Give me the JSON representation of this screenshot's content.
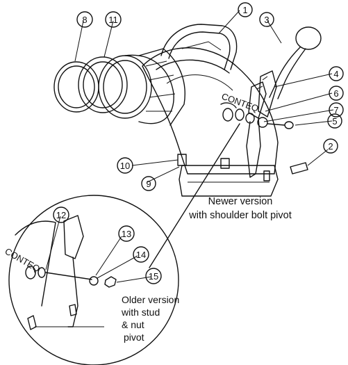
{
  "callouts": [
    {
      "id": "c1",
      "num": "1"
    },
    {
      "id": "c2",
      "num": "2"
    },
    {
      "id": "c3",
      "num": "3"
    },
    {
      "id": "c4",
      "num": "4"
    },
    {
      "id": "c5",
      "num": "5"
    },
    {
      "id": "c6",
      "num": "6"
    },
    {
      "id": "c7",
      "num": "7"
    },
    {
      "id": "c8",
      "num": "8"
    },
    {
      "id": "c9",
      "num": "9"
    },
    {
      "id": "c10",
      "num": "10"
    },
    {
      "id": "c11",
      "num": "11"
    },
    {
      "id": "c12",
      "num": "12"
    },
    {
      "id": "c13",
      "num": "13"
    },
    {
      "id": "c14",
      "num": "14"
    },
    {
      "id": "c15",
      "num": "15"
    }
  ],
  "captions": {
    "newer_line1": "Newer version",
    "newer_line2": "with shoulder bolt pivot",
    "older_line1": "Older version",
    "older_line2": "with stud",
    "older_line3": "& nut",
    "older_line4": "pivot"
  },
  "logo_text": "CONTEQ"
}
